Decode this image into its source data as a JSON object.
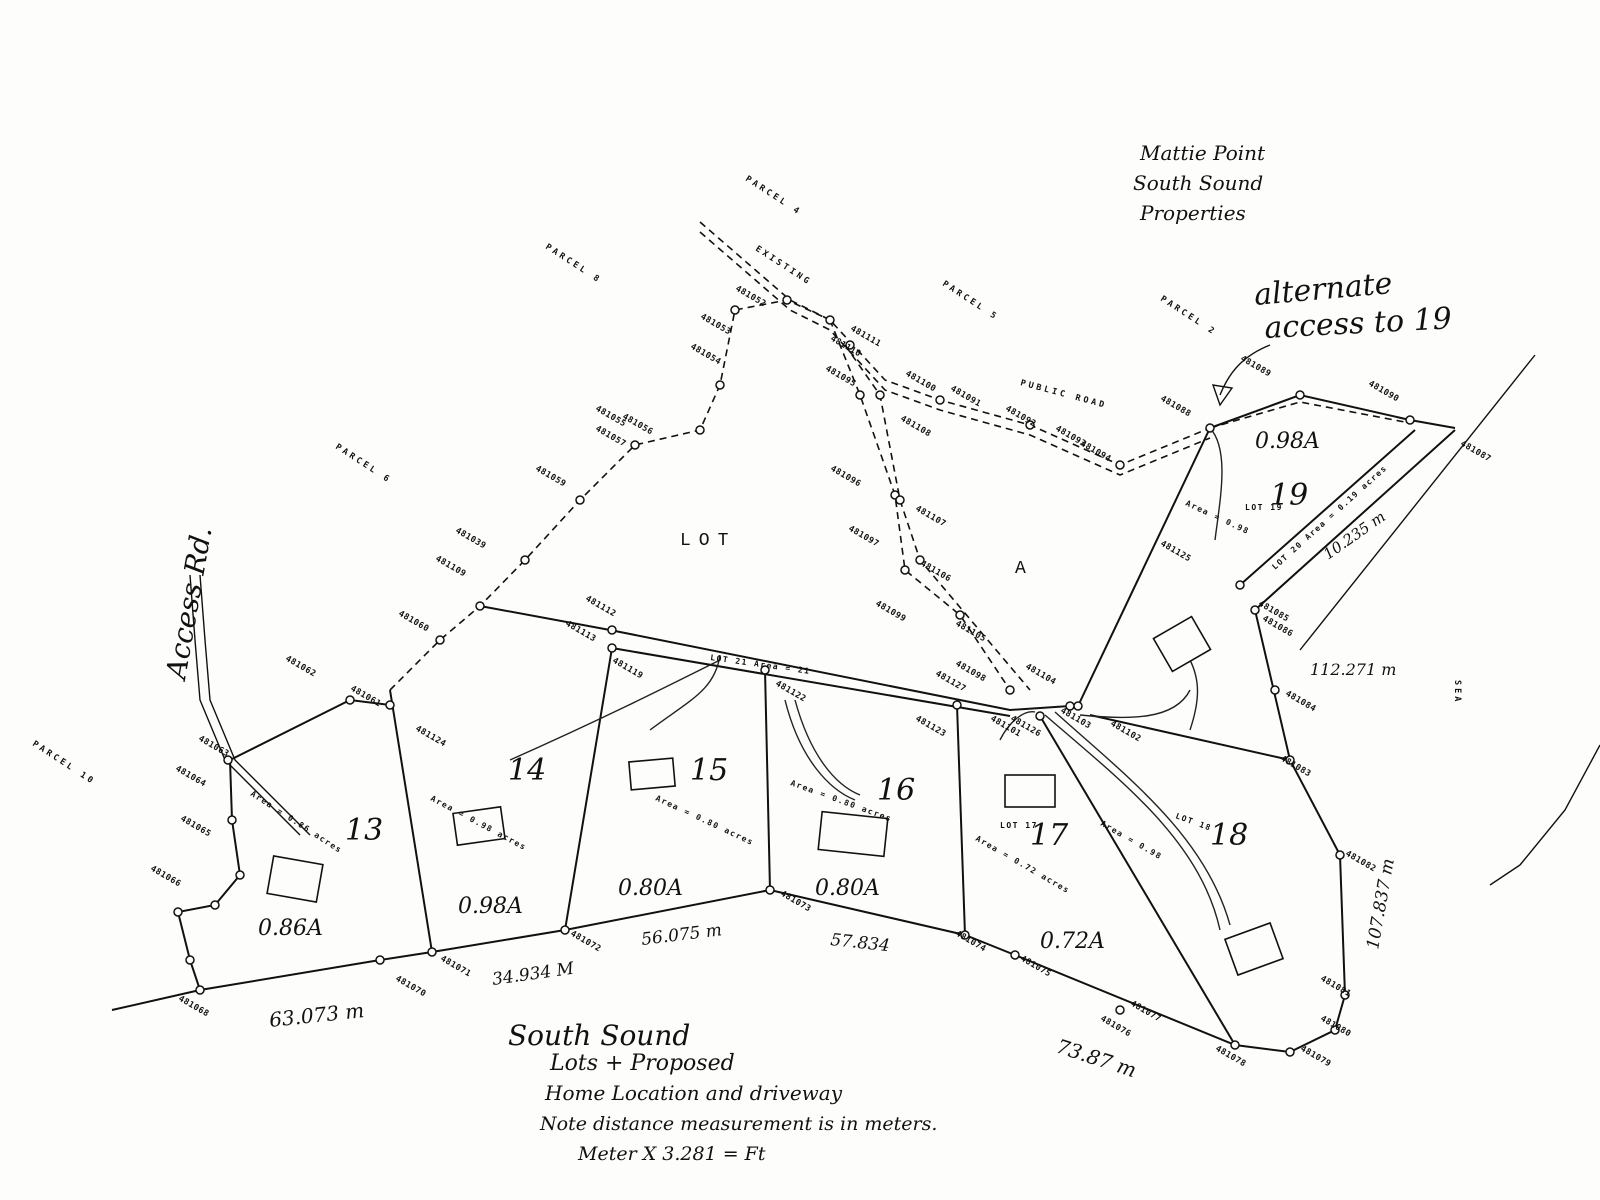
{
  "title_note": {
    "line1": "Mattie Point",
    "line2": "South Sound",
    "line3": "Properties"
  },
  "footer_note": {
    "line1": "South Sound",
    "line2": "Lots + Proposed",
    "line3": "Home Location and driveway",
    "line4": "Note distance measurement is in meters.",
    "line5": "Meter X 3.281 = Ft"
  },
  "alternate_access": {
    "line1": "alternate",
    "line2": "access to 19"
  },
  "access_road": "Access Rd.",
  "sea_label": "SEA",
  "lot_a_label": {
    "lot": "LOT",
    "a": "A"
  },
  "parcels": [
    "PARCEL 4",
    "PARCEL 8",
    "PARCEL 5",
    "PARCEL 2",
    "PARCEL 6",
    "PARCEL 10"
  ],
  "lots": [
    {
      "number": "13",
      "acreage": "0.86A",
      "typed": "Area = 0.86 acres"
    },
    {
      "number": "14",
      "acreage": "0.98A",
      "typed": "Area = 0.98 acres"
    },
    {
      "number": "15",
      "acreage": "0.80A",
      "typed": "Area = 0.80 acres"
    },
    {
      "number": "16",
      "acreage": "0.80A",
      "typed": "Area = 0.80 acres"
    },
    {
      "number": "17",
      "acreage": "0.72A",
      "typed": "Area = 0.72 acres"
    },
    {
      "number": "18",
      "typed": "Area = 0.98"
    },
    {
      "number": "19",
      "acreage": "0.98A",
      "typed": "Area = 0.98"
    }
  ],
  "lot_labels": {
    "lot17": "LOT 17",
    "lot18": "LOT 18",
    "lot19": "LOT 19",
    "lot20": "LOT 20 Area = 0.19 acres",
    "lot21": "LOT 21 Area = 21"
  },
  "distances": {
    "d1": "63.073 m",
    "d2": "34.934 M",
    "d3": "56.075 m",
    "d4": "57.834",
    "d5": "73.87 m",
    "d6": "107.837 m",
    "d7": "112.271 m",
    "d8": "10.235 m"
  },
  "road_labels": {
    "existing": "EXISTING",
    "public_road": "PUBLIC ROAD"
  },
  "pins": [
    "481052",
    "481053",
    "481054",
    "481055",
    "481056",
    "481057",
    "481059",
    "481039",
    "481109",
    "481060",
    "481061",
    "481062",
    "481063",
    "481064",
    "481065",
    "481066",
    "481068",
    "481070",
    "481071",
    "481072",
    "481073",
    "481074",
    "481075",
    "481076",
    "481077",
    "481078",
    "481079",
    "481080",
    "481081",
    "481082",
    "481083",
    "481084",
    "481085",
    "481086",
    "481087",
    "481088",
    "481089",
    "481090",
    "481091",
    "481092",
    "481093",
    "481094",
    "481095",
    "481096",
    "481097",
    "481098",
    "481099",
    "481100",
    "481101",
    "481102",
    "481103",
    "481104",
    "481105",
    "481106",
    "481107",
    "481108",
    "481110",
    "481111",
    "481112",
    "481113",
    "481119",
    "481122",
    "481123",
    "481124",
    "481125",
    "481126",
    "481127"
  ]
}
